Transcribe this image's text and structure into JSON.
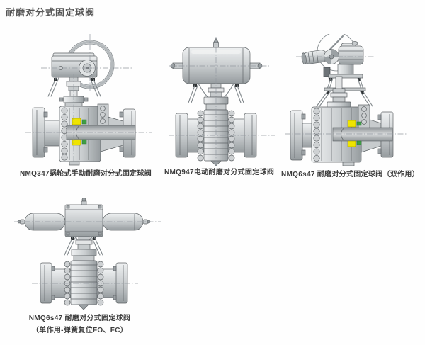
{
  "page": {
    "title": "耐磨对分式固定球阀"
  },
  "figures": [
    {
      "model": "NMQ347",
      "type": "worm-gear-manual-ball-valve",
      "caption": "NMQ347蜗轮式手动耐磨对分式固定球阀"
    },
    {
      "model": "NMQ947",
      "type": "electric-ball-valve",
      "caption": "NMQ947电动耐磨对分式固定球阀"
    },
    {
      "model": "NMQ6s47",
      "type": "pneumatic-double-acting-ball-valve",
      "caption": "NMQ6s47 耐磨对分式固定球阀（双作用）"
    },
    {
      "model": "NMQ6s47",
      "type": "pneumatic-spring-return-ball-valve",
      "caption_line1": "NMQ6s47 耐磨对分式固定球阀",
      "caption_line2": "（单作用-弹簧复位FO、FC）"
    }
  ],
  "colors": {
    "seat_yellow": "#efe400",
    "seal_green": "#3f9d44",
    "metal_light": "#e3e5e6",
    "metal_mid": "#c7cbcd",
    "metal_dark": "#9ba1a4",
    "outline": "#5d6265",
    "centerline": "#9298a0",
    "caption_text": "#3d3d3d",
    "title_text": "#555555"
  }
}
